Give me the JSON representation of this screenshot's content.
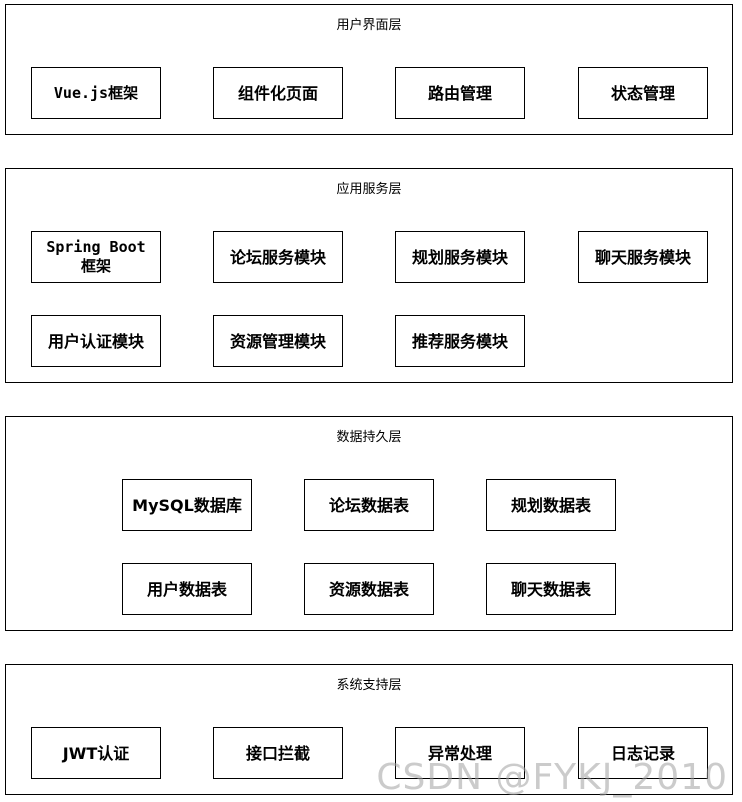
{
  "layers": [
    {
      "title": "用户界面层",
      "boxes": [
        "Vue.js框架",
        "组件化页面",
        "路由管理",
        "状态管理"
      ]
    },
    {
      "title": "应用服务层",
      "boxes": [
        "Spring Boot框架",
        "论坛服务模块",
        "规划服务模块",
        "聊天服务模块",
        "用户认证模块",
        "资源管理模块",
        "推荐服务模块"
      ]
    },
    {
      "title": "数据持久层",
      "boxes": [
        "MySQL数据库",
        "论坛数据表",
        "规划数据表",
        "用户数据表",
        "资源数据表",
        "聊天数据表"
      ]
    },
    {
      "title": "系统支持层",
      "boxes": [
        "JWT认证",
        "接口拦截",
        "异常处理",
        "日志记录"
      ]
    }
  ],
  "watermark": "CSDN @FYKJ_2010"
}
